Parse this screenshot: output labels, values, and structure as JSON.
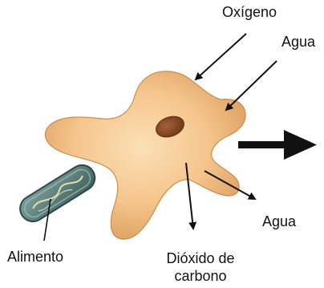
{
  "labels": {
    "oxygen": "Oxígeno",
    "water_in": "Agua",
    "water_out": "Agua",
    "food": "Alimento",
    "co2_line1": "Dióxido de",
    "co2_line2": "carbono"
  },
  "colors": {
    "amoeba_body": "#f5c68d",
    "amoeba_shadow": "#d9a062",
    "nucleus": "#8a4a26",
    "bacterium": "#5c7f7d",
    "arrows": "#111111",
    "text": "#111111"
  },
  "icons": {
    "movement": "right-arrow-icon"
  }
}
